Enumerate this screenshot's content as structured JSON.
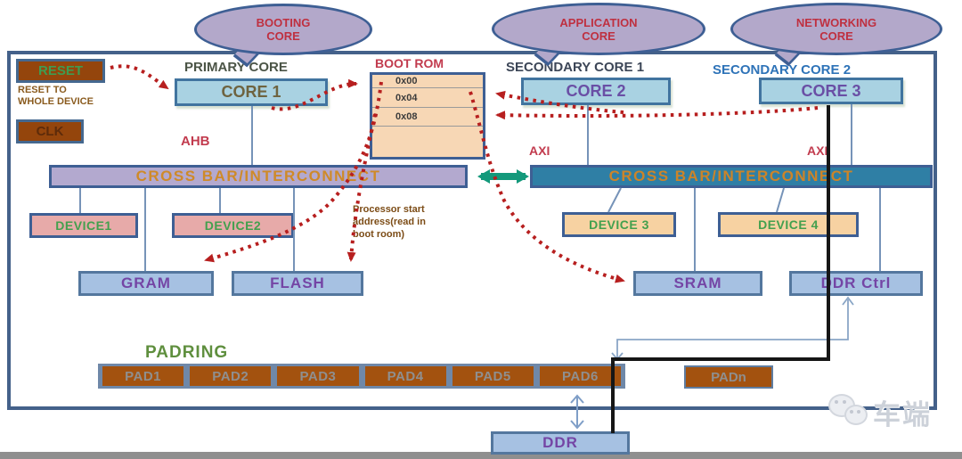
{
  "palette": {
    "chip_border": "#44618a",
    "bubble_fill": "#b3a8ca",
    "bubble_text": "#bf3040",
    "core_fill": "#a9d2e2",
    "boot_rom_fill": "#f7d7b5",
    "crossbar_left_fill": "#b3a9cf",
    "crossbar_right_fill": "#2f7fa5",
    "crossbar_text": "#cf8a28",
    "device_pink_fill": "#e7aaa9",
    "device_peach_fill": "#f7d2a2",
    "memory_fill": "#a6c1e2",
    "memory_text": "#7445a5",
    "pad_fill": "#a3520f",
    "padring_strip_fill": "#6f88a8",
    "brown_box_fill": "#94450c",
    "dotted_arrow": "#b71f1f",
    "green_arrow": "#13997b",
    "black_line": "#161616"
  },
  "bubbles": {
    "booting": "BOOTING\nCORE",
    "application": "APPLICATION\nCORE",
    "networking": "NETWORKING\nCORE"
  },
  "labels": {
    "primary_core": "PRIMARY CORE",
    "secondary_core_1": "SECONDARY CORE 1",
    "secondary_core_2": "SECONDARY CORE 2",
    "boot_rom": "BOOT ROM",
    "ahb": "AHB",
    "axi_left": "AXI",
    "axi_right": "AXI",
    "padring": "PADRING",
    "reset_note": "RESET TO\nWHOLE DEVICE",
    "processor_note": "Processor start\naddress(read in\nboot room)"
  },
  "boxes": {
    "reset": "RESET",
    "clk": "CLK",
    "core1": "CORE 1",
    "core2": "CORE 2",
    "core3": "CORE 3",
    "crossbar_left": "CROSS BAR/INTERCONNECT",
    "crossbar_right": "CROSS BAR/INTERCONNECT",
    "device1": "DEVICE1",
    "device2": "DEVICE2",
    "device3": "DEVICE 3",
    "device4": "DEVICE 4",
    "gram": "GRAM",
    "flash": "FLASH",
    "sram": "SRAM",
    "ddr_ctrl": "DDR Ctrl",
    "ddr": "DDR",
    "padn": "PADn"
  },
  "boot_rom_rows": [
    "0x00",
    "0x04",
    "0x08"
  ],
  "pads": [
    "PAD1",
    "PAD2",
    "PAD3",
    "PAD4",
    "PAD5",
    "PAD6"
  ],
  "watermark": "车端"
}
